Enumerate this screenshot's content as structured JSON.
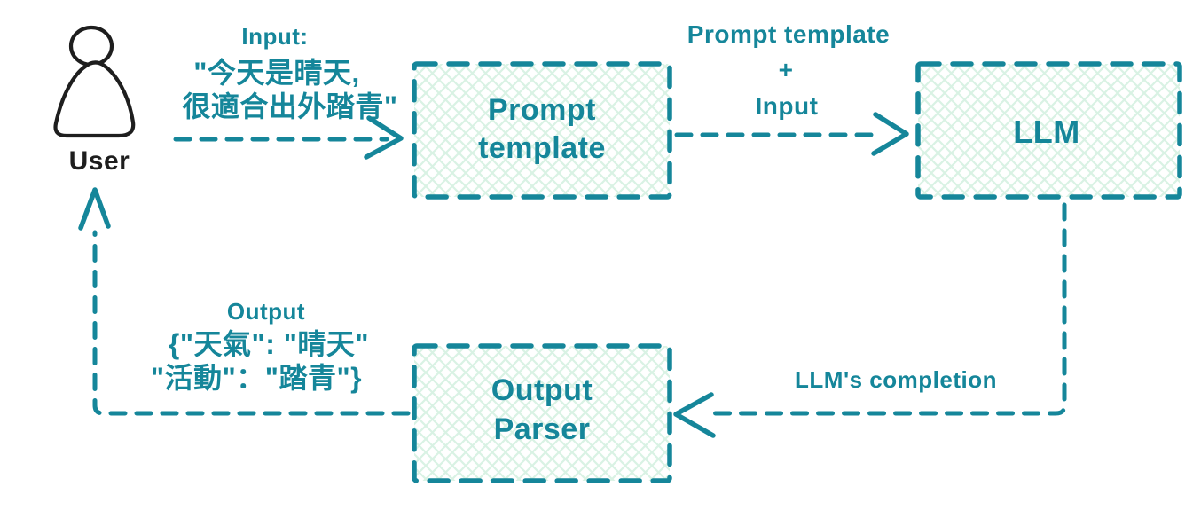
{
  "diagram": {
    "colors": {
      "accent_teal": "#15869a",
      "hatch_green": "#d9f2e4",
      "actor_black": "#1e1e1e"
    },
    "actor": {
      "label": "User"
    },
    "nodes": {
      "prompt_template": {
        "line1": "Prompt",
        "line2": "template"
      },
      "llm": {
        "line1": "LLM"
      },
      "output_parser": {
        "line1": "Output",
        "line2": "Parser"
      }
    },
    "edges": {
      "user_to_prompt": {
        "label_line1": "Input:",
        "label_line2": "\"今天是晴天,",
        "label_line3": "很適合出外踏青\""
      },
      "prompt_to_llm": {
        "label_line1": "Prompt template",
        "label_line2": "+",
        "label_line3": "Input"
      },
      "llm_to_parser": {
        "label_line1": "LLM's completion"
      },
      "parser_to_user": {
        "label_line1": "Output",
        "label_line2": "{\"天氣\": \"晴天\"",
        "label_line3": "\"活動\"：\"踏青\"}"
      }
    }
  }
}
